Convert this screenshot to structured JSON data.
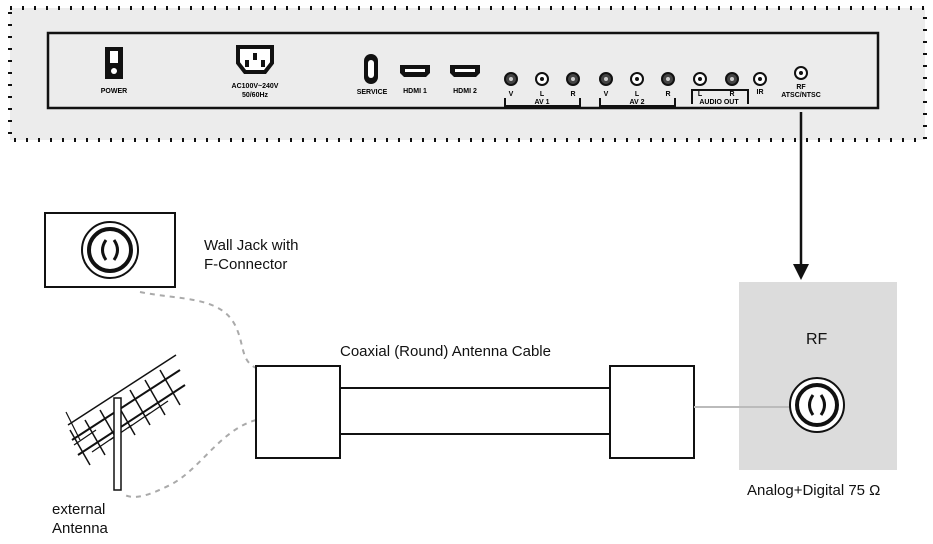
{
  "panel": {
    "power_label": "POWER",
    "ac_label_line1": "AC100V~240V",
    "ac_label_line2": "50/60Hz",
    "service_label": "SERVICE",
    "hdmi1_label": "HDMI 1",
    "hdmi2_label": "HDMI 2",
    "av1_jack_labels": [
      "V",
      "L",
      "R"
    ],
    "av1_label": "AV 1",
    "av2_jack_labels": [
      "V",
      "L",
      "R"
    ],
    "av2_label": "AV 2",
    "audio_out_jack_labels": [
      "L",
      "R"
    ],
    "audio_out_label": "AUDIO OUT",
    "ir_label": "IR",
    "rf_small_label_line1": "RF",
    "rf_small_label_line2": "ATSC/NTSC"
  },
  "wall_jack": {
    "label_line1": "Wall Jack with",
    "label_line2": "F-Connector"
  },
  "antenna": {
    "label_line1": "external",
    "label_line2": "Antenna"
  },
  "cable": {
    "label": "Coaxial (Round) Antenna Cable"
  },
  "rf_box": {
    "title": "RF",
    "caption": "Analog+Digital 75 Ω"
  },
  "colors": {
    "panel_fill": "#ececec",
    "rf_box_fill": "#dcdcdc",
    "stroke": "#111111",
    "dashed_gray": "#aaaaaa"
  }
}
